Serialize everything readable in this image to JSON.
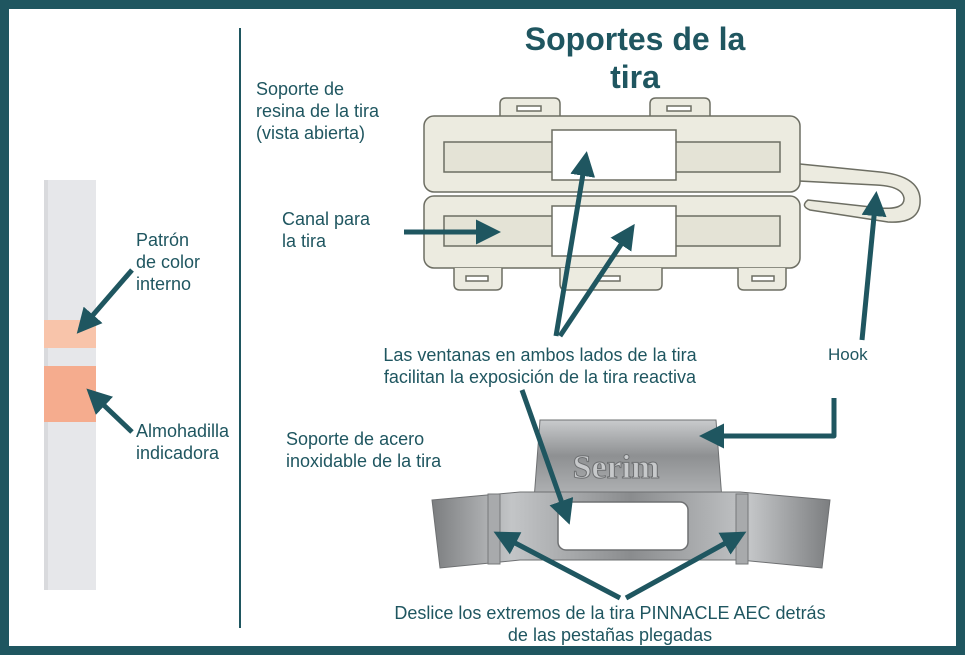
{
  "title": {
    "line1": "Soportes de la",
    "line2": "tira"
  },
  "left": {
    "internal_pattern": [
      "Patrón",
      "de color",
      "interno"
    ],
    "indicator_pad": [
      "Almohadilla",
      "indicadora"
    ]
  },
  "resin_holder": {
    "label": [
      "Soporte de",
      "resina de la tira",
      "(vista abierta)"
    ],
    "channel_label": [
      "Canal para",
      "la tira"
    ]
  },
  "windows_note": [
    "Las ventanas en ambos lados de la tira",
    "facilitan la exposición de la tira reactiva"
  ],
  "hook_label": "Hook",
  "steel_holder": {
    "label": [
      "Soporte de acero",
      "inoxidable de la tira"
    ],
    "logo_text": "Serim"
  },
  "bottom_note": [
    "Deslice los extremos de la tira PINNACLE AEC detrás",
    "de las pestañas plegadas"
  ],
  "colors": {
    "frame": "#1f5660",
    "text": "#1f5660",
    "arrow": "#1f5660",
    "strip": "#e6e7ea",
    "pad": "#f5ac8e",
    "pattern": "#f8c4aa",
    "resin": "#ecebe0",
    "steel": "#9a9c9e"
  }
}
